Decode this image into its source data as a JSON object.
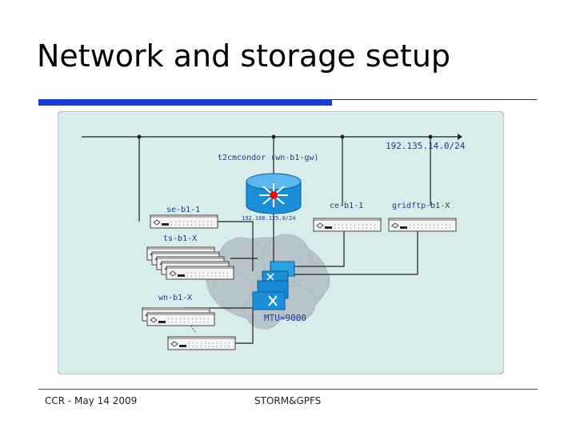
{
  "slide": {
    "title": "Network and storage setup",
    "footer_left": "CCR - May 14 2009",
    "footer_center": "STORM&GPFS"
  },
  "diagram": {
    "public_subnet": "192.135.14.0/24",
    "router_label": "t2cmcondor (wn-b1-gw)",
    "private_subnet": "192.168.125.0/24",
    "se_label": "se-b1-1",
    "ts_label": "ts-b1-X",
    "ce_label": "ce-b1-1",
    "gridftp_label": "gridftp-b1-X",
    "wn_label": "wn-b1-X",
    "switch_label": "MTU=9000"
  },
  "colors": {
    "accent_bar": "#1a3fd0",
    "diagram_bg": "#d8ecec",
    "label_text": "#1f3a8a",
    "device_blue": "#1a8fd8",
    "cloud": "#b8c4cc"
  },
  "icons": [
    "router-icon",
    "switch-stack-icon",
    "server-icon",
    "cloud-shape"
  ]
}
